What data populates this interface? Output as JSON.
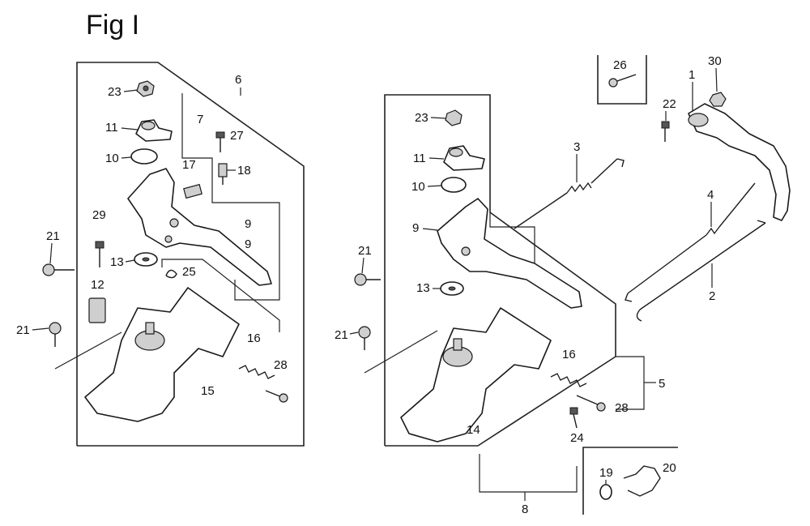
{
  "figure": {
    "title": "Fig I"
  },
  "callouts": {
    "c1": "1",
    "c2": "2",
    "c3": "3",
    "c4": "4",
    "c5": "5",
    "c6": "6",
    "c7": "7",
    "c8": "8",
    "c9a": "9",
    "c9b": "9",
    "c9c": "9",
    "c10a": "10",
    "c10b": "10",
    "c11a": "11",
    "c11b": "11",
    "c12": "12",
    "c13a": "13",
    "c13b": "13",
    "c14": "14",
    "c15": "15",
    "c16a": "16",
    "c16b": "16",
    "c17": "17",
    "c18": "18",
    "c19": "19",
    "c20": "20",
    "c21a": "21",
    "c21b": "21",
    "c21c": "21",
    "c21d": "21",
    "c22": "22",
    "c23a": "23",
    "c23b": "23",
    "c24": "24",
    "c25": "25",
    "c26": "26",
    "c27": "27",
    "c28a": "28",
    "c28b": "28",
    "c29": "29",
    "c30": "30"
  }
}
